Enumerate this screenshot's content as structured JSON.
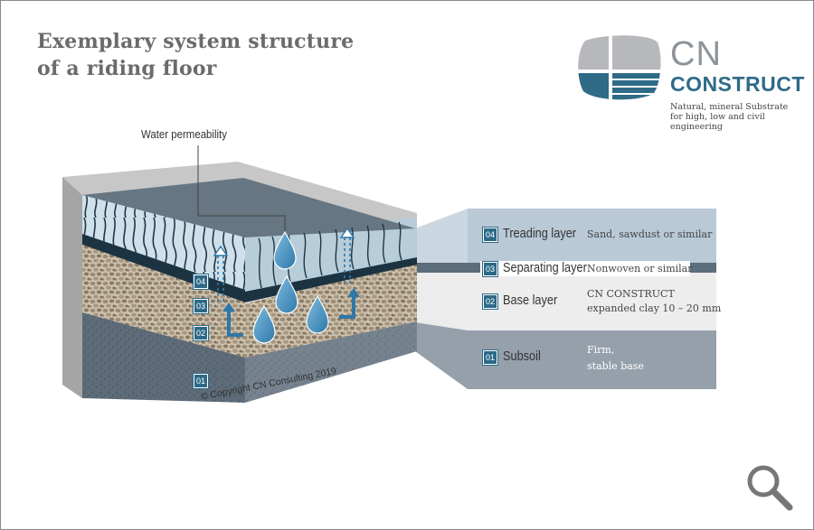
{
  "title": {
    "line1": "Exemplary system structure",
    "line2": "of a riding floor"
  },
  "logo": {
    "name_top": "CN",
    "name_bottom": "CONSTRUCT",
    "tagline": "Natural, mineral Substrate for high, low and civil engineering"
  },
  "callout": {
    "water": "Water permeability"
  },
  "copyright": "© Copyright CN Consulting 2019",
  "layers": [
    {
      "number": "04",
      "name": "Treading layer",
      "description": [
        "Sand, sawdust or similar"
      ],
      "color": "#b9c9d6"
    },
    {
      "number": "03",
      "name": "Separating layer",
      "description": [
        "Nonwoven or similar"
      ],
      "color": "#5c6d7c"
    },
    {
      "number": "02",
      "name": "Base layer",
      "description": [
        "CN CONSTRUCT",
        "expanded clay 10 – 20 mm"
      ],
      "color": "#ededed"
    },
    {
      "number": "01",
      "name": "Subsoil",
      "description": [
        "Firm,",
        "stable base"
      ],
      "color": "#96a0ab"
    }
  ],
  "icons": {
    "search": "magnifier-icon",
    "drops": "water-drop-icon",
    "arrows": "flow-arrow-icon"
  },
  "colors": {
    "accent": "#2d6a87",
    "title": "#6b6b6b",
    "logo_grey": "#8e9399"
  }
}
